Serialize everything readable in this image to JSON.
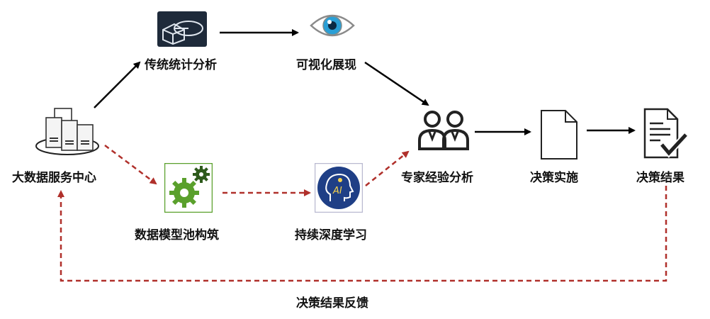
{
  "nodes": {
    "data_center": "大数据服务中心",
    "traditional_stats": "传统统计分析",
    "visualization": "可视化展现",
    "model_pool": "数据模型池构筑",
    "deep_learning": "持续深度学习",
    "expert_analysis": "专家经验分析",
    "decision_impl": "决策实施",
    "decision_result": "决策结果"
  },
  "feedback_label": "决策结果反馈",
  "ai_badge": "AI",
  "icons": {
    "data_center": "server-cluster-icon",
    "traditional_stats": "pie-chart-icon",
    "visualization": "eye-icon",
    "model_pool": "gears-icon",
    "deep_learning": "ai-head-icon",
    "expert_analysis": "people-icon",
    "decision_impl": "document-icon",
    "decision_result": "checklist-icon"
  },
  "colors": {
    "solid_arrow": "#000000",
    "dashed_arrow": "#b0302b",
    "gear_green": "#5aa02c",
    "ai_blue": "#1f3f86",
    "eye_blue": "#2a9fd6"
  }
}
